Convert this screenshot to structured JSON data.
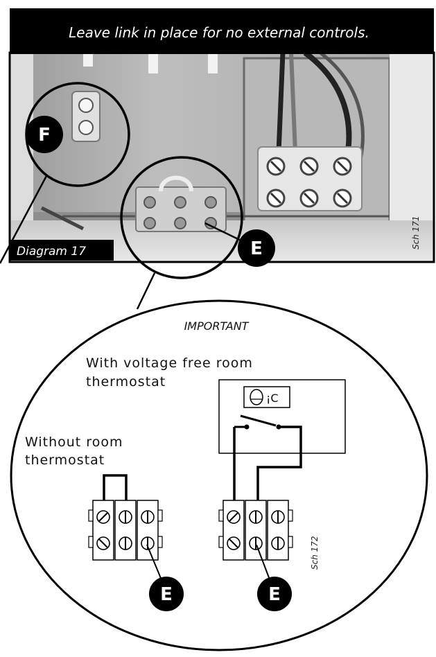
{
  "banner": {
    "text": "Leave link in place for no external controls."
  },
  "photo": {
    "caption": "Diagram 17",
    "ref": "Sch 171",
    "callouts": {
      "top_left": "F",
      "center": "E"
    }
  },
  "detail": {
    "heading": "IMPORTANT",
    "with_label_line1": "With voltage free room",
    "with_label_line2": "thermostat",
    "without_label_line1": "Without room",
    "without_label_line2": "thermostat",
    "thermostat_symbol": "¡C",
    "ref": "Sch 172",
    "callout_left": "E",
    "callout_right": "E"
  }
}
